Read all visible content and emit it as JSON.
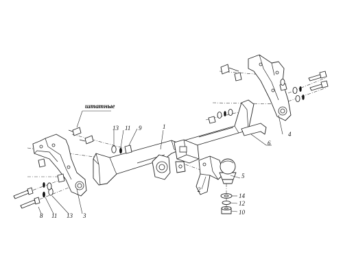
{
  "callouts": {
    "c1": "1",
    "c2": "2",
    "c3": "3",
    "c4": "4",
    "c5": "5",
    "c6": "6",
    "c8": "8",
    "c9": "9",
    "c10": "10",
    "c11a": "11",
    "c11b": "11",
    "c12": "12",
    "c13a": "13",
    "c13b": "13",
    "c14": "14"
  },
  "note": "штатные"
}
